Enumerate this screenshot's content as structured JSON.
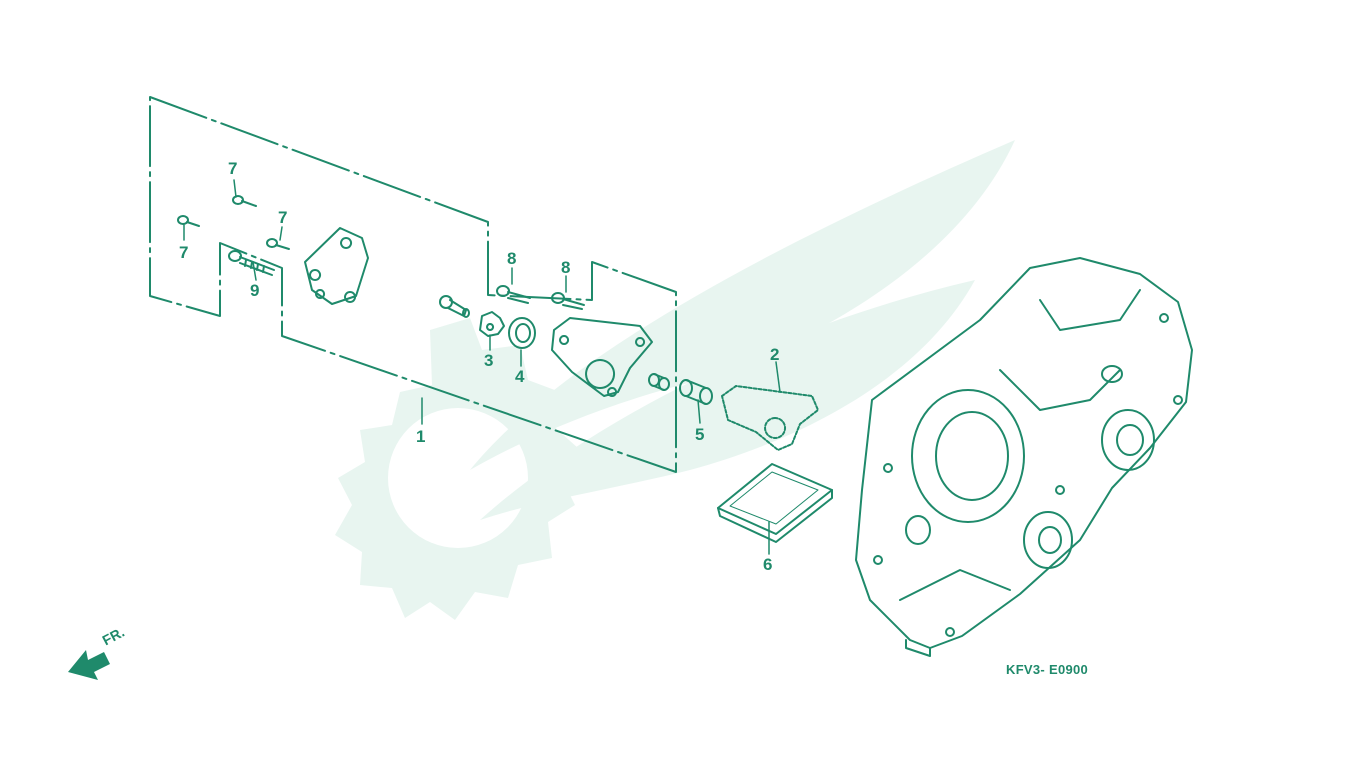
{
  "callouts": {
    "c1": "1",
    "c2": "2",
    "c3": "3",
    "c4": "4",
    "c5": "5",
    "c6": "6",
    "c7a": "7",
    "c7b": "7",
    "c7c": "7",
    "c8a": "8",
    "c8b": "8",
    "c9": "9"
  },
  "diagram_code": "KFV3- E0900",
  "direction_label": "FR.",
  "colors": {
    "line": "#1f8a6b",
    "watermark": "#e6f4ef",
    "background": "#ffffff"
  }
}
